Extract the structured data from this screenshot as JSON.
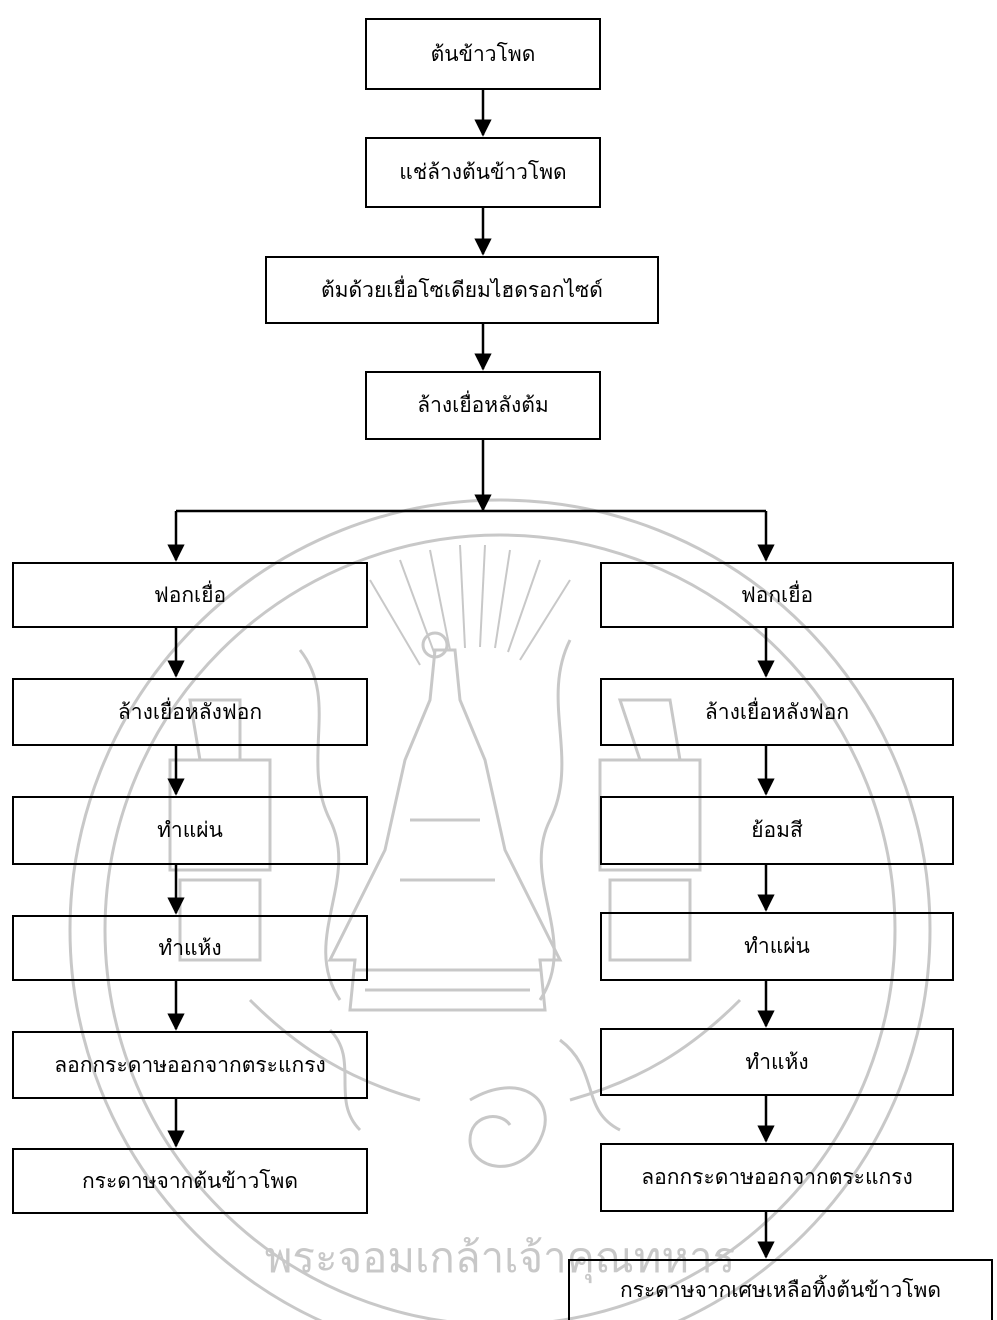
{
  "flowchart": {
    "top": [
      "ต้นข้าวโพด",
      "แช่ล้างต้นข้าวโพด",
      "ต้มด้วยเยื่อโซเดียมไฮดรอกไซด์",
      "ล้างเยื่อหลังต้ม"
    ],
    "left_branch": [
      "ฟอกเยื่อ",
      "ล้างเยื่อหลังฟอก",
      "ทำแผ่น",
      "ทำแห้ง",
      "ลอกกระดาษออกจากตระแกรง",
      "กระดาษจากต้นข้าวโพด"
    ],
    "right_branch": [
      "ฟอกเยื่อ",
      "ล้างเยื่อหลังฟอก",
      "ย้อมสี",
      "ทำแผ่น",
      "ทำแห้ง",
      "ลอกกระดาษออกจากตระแกรง",
      "กระดาษจากเศษเหลือทิ้งต้นข้าวโพด"
    ]
  },
  "watermark": {
    "text": "พระจอมเกล้าเจ้าคุณทหาร",
    "color": "#bdbdbd"
  }
}
